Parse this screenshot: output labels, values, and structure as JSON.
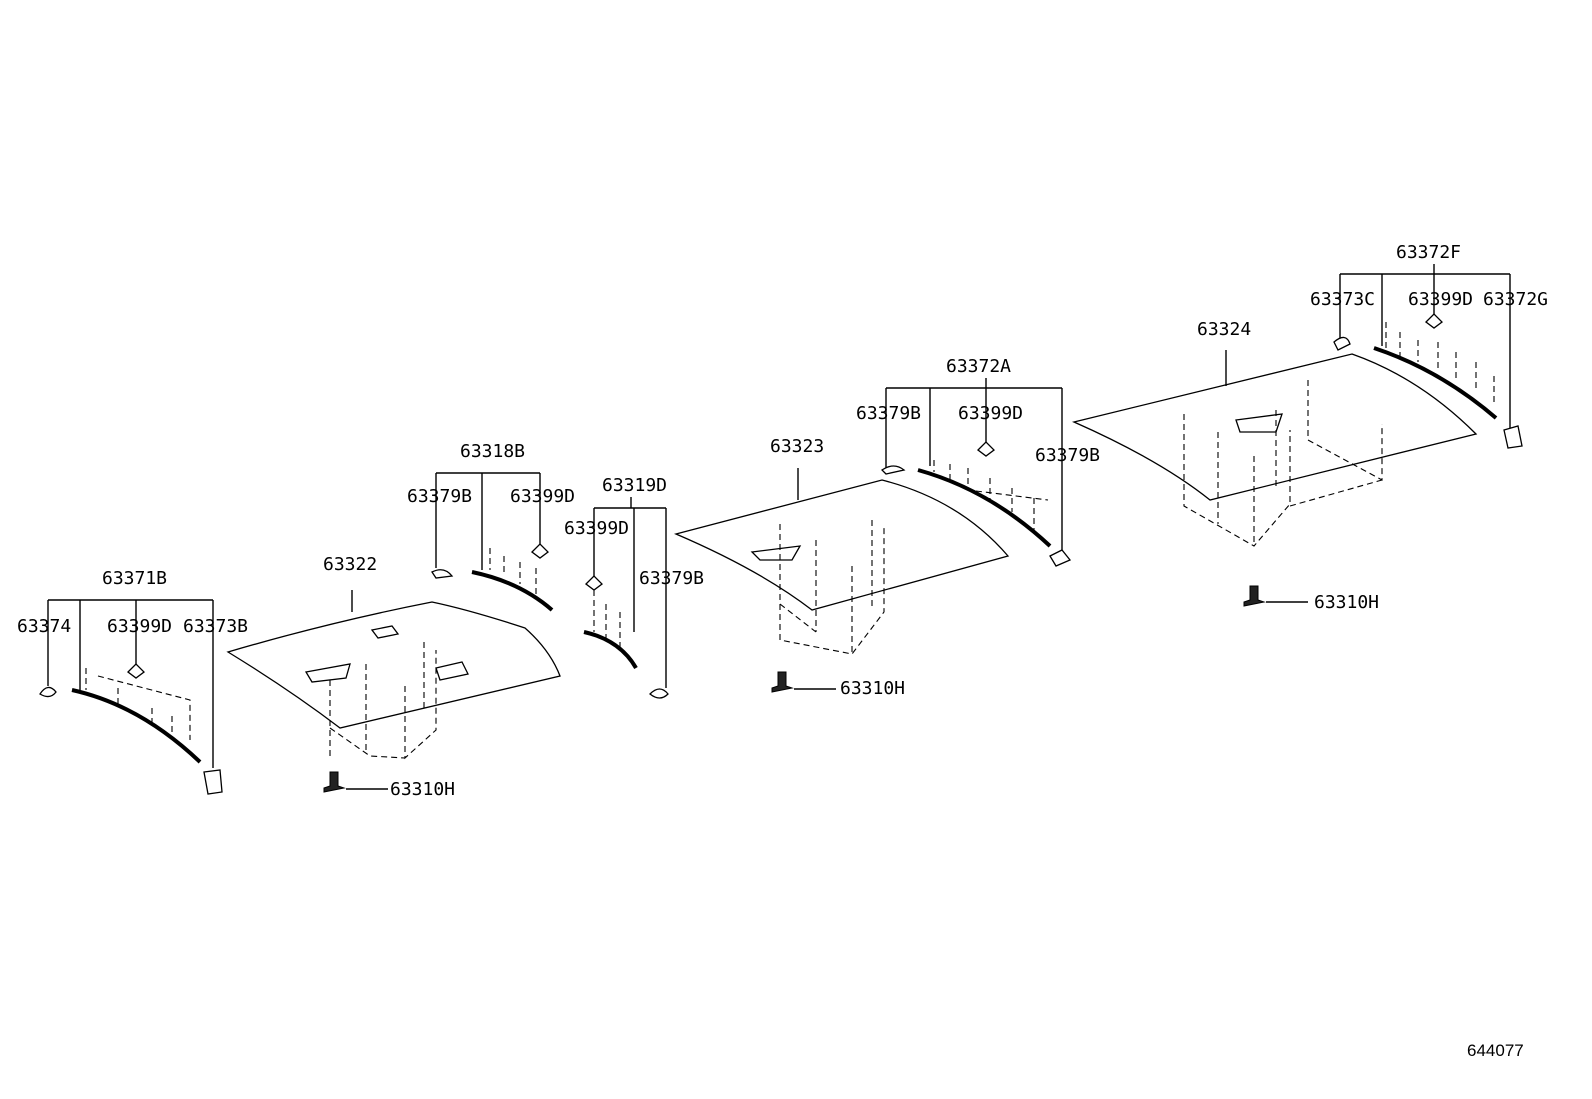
{
  "labels": {
    "p63371B": "63371B",
    "p63374": "63374",
    "p63399D_1": "63399D",
    "p63373B": "63373B",
    "p63322": "63322",
    "p63310H_1": "63310H",
    "p63318B": "63318B",
    "p63379B_1": "63379B",
    "p63399D_2": "63399D",
    "p63319D": "63319D",
    "p63399D_3": "63399D",
    "p63379B_2": "63379B",
    "p63323": "63323",
    "p63310H_2": "63310H",
    "p63372A": "63372A",
    "p63379B_3": "63379B",
    "p63399D_4": "63399D",
    "p63379B_4": "63379B",
    "p63324": "63324",
    "p63310H_3": "63310H",
    "p63372F": "63372F",
    "p63373C": "63373C",
    "p63399D_5": "63399D",
    "p63372G": "63372G"
  },
  "diagram_code": "644077"
}
